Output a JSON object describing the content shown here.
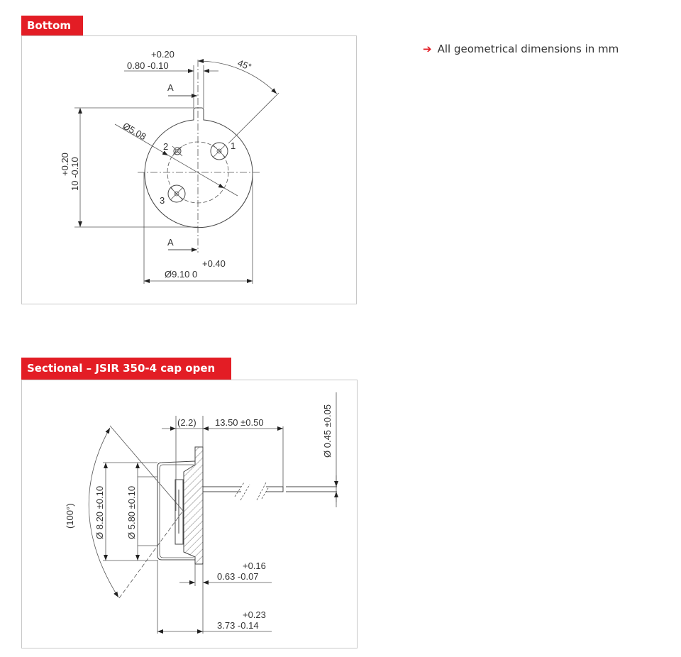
{
  "note": {
    "icon": "arrow-right-icon",
    "arrow": "➔",
    "text": "All geometrical dimensions in mm"
  },
  "bottom": {
    "title": "Bottom",
    "tab_width_tol": "+0.20",
    "tab_width": "0.80  -0.10",
    "angle": "45°",
    "section_a_top": "A",
    "section_a_bottom": "A",
    "pcd": "Ø5.08",
    "height_tol": "+0.20",
    "height": "10  -0.10",
    "pin1": "1",
    "pin2": "2",
    "pin3": "3",
    "dia_tol": "+0.40",
    "dia": "Ø9.10   0"
  },
  "sectional": {
    "title": "Sectional – JSIR 350-4 cap open",
    "cap_depth": "(2.2)",
    "lead_length": "13.50 ±0.50",
    "lead_dia": "Ø 0.45 ±0.05",
    "outer_dia": "Ø 8.20 ±0.10",
    "window_dia": "Ø 5.80 ±0.10",
    "fov": "(100°)",
    "flange_tol": "+0.16",
    "flange": "0.63  -0.07",
    "height_tol": "+0.23",
    "height": "3.73  -0.14"
  },
  "colors": {
    "accent": "#e31d25"
  }
}
